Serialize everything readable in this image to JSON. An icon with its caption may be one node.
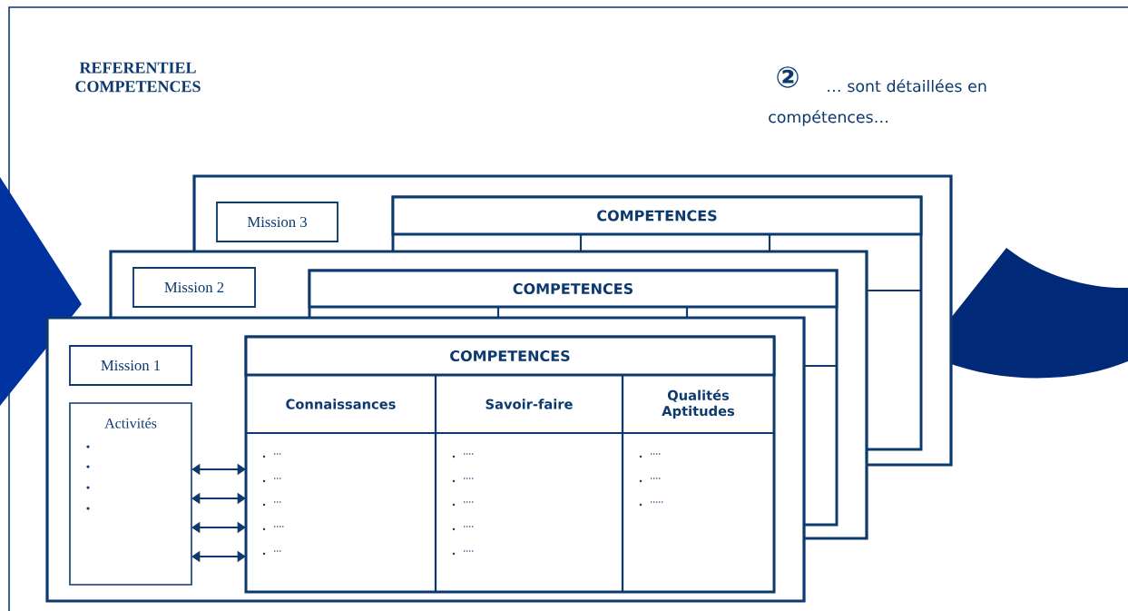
{
  "diagram": {
    "title": "REFERENTIEL COMPETENCES",
    "nodes": [
      {
        "text": [],
        "shape": "box"
      },
      {
        "text": [
          "Mission 3"
        ],
        "in": 0
      },
      {
        "text": [
          "COMPETENCES"
        ],
        "in": 0
      },
      {
        "text": [],
        "shape": "box"
      },
      {
        "text": [
          "Mission 2"
        ],
        "in": 3
      },
      {
        "text": [
          "COMPETENCES"
        ]
      },
      {
        "text": [],
        "shape": "box"
      },
      {
        "text": [
          "Mission 1"
        ],
        "in": 6
      },
      {
        "text": [
          "Activités"
        ],
        "in": 6
      },
      {
        "text": [
          "COMPETENCES"
        ]
      },
      {
        "text": [
          "Connaissances",
          "...",
          "...",
          "...",
          "....",
          "..."
        ],
        "in": 6
      },
      {
        "text": [
          "Savoir-faire",
          "....",
          "....",
          "....",
          "....",
          "...."
        ],
        "in": 6
      },
      {
        "text": [
          "Qualités Aptitudes",
          "....",
          "....",
          "....."
        ],
        "in": 6
      }
    ],
    "edges": [
      {
        "from": 8,
        "to": 10,
        "arrow": "both"
      },
      {
        "from": 8,
        "to": 10,
        "arrow": "both"
      },
      {
        "from": 8,
        "to": 10,
        "arrow": "both"
      },
      {
        "from": 8,
        "to": 10,
        "arrow": "both"
      }
    ],
    "labels": [
      "②",
      "… sont détaillées en compétences…"
    ]
  }
}
